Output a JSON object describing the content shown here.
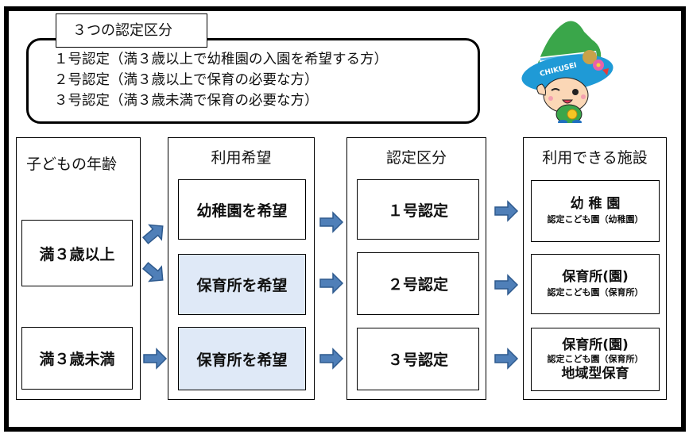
{
  "legend": {
    "title": "３つの認定区分",
    "lines": [
      "１号認定（満３歳以上で幼稚園の入園を希望する方）",
      "２号認定（満３歳以上で保育の必要な方）",
      "３号認定（満３歳未満で保育の必要な方）"
    ]
  },
  "mascot": {
    "hat_text": "CHIKUSEI"
  },
  "columns": {
    "age": {
      "title": "子どもの年齢",
      "items": [
        "満３歳以上",
        "満３歳未満"
      ]
    },
    "wish": {
      "title": "利用希望",
      "items": [
        "幼稚園を希望",
        "保育所を希望",
        "保育所を希望"
      ]
    },
    "category": {
      "title": "認定区分",
      "items": [
        "１号認定",
        "２号認定",
        "３号認定"
      ]
    },
    "facility": {
      "title": "利用できる施設",
      "items": [
        {
          "main": "幼 稚 園",
          "sub": "認定こども園（幼稚園）"
        },
        {
          "main": "保育所(園)",
          "sub": "認定こども園（保育所）"
        },
        {
          "main": "保育所(園)",
          "sub": "認定こども園（保育所）",
          "extra": "地域型保育"
        }
      ]
    }
  },
  "colors": {
    "arrow_fill": "#4f7fb8",
    "arrow_stroke": "#2e5a8e",
    "highlight_box": "#dfe9f7"
  }
}
